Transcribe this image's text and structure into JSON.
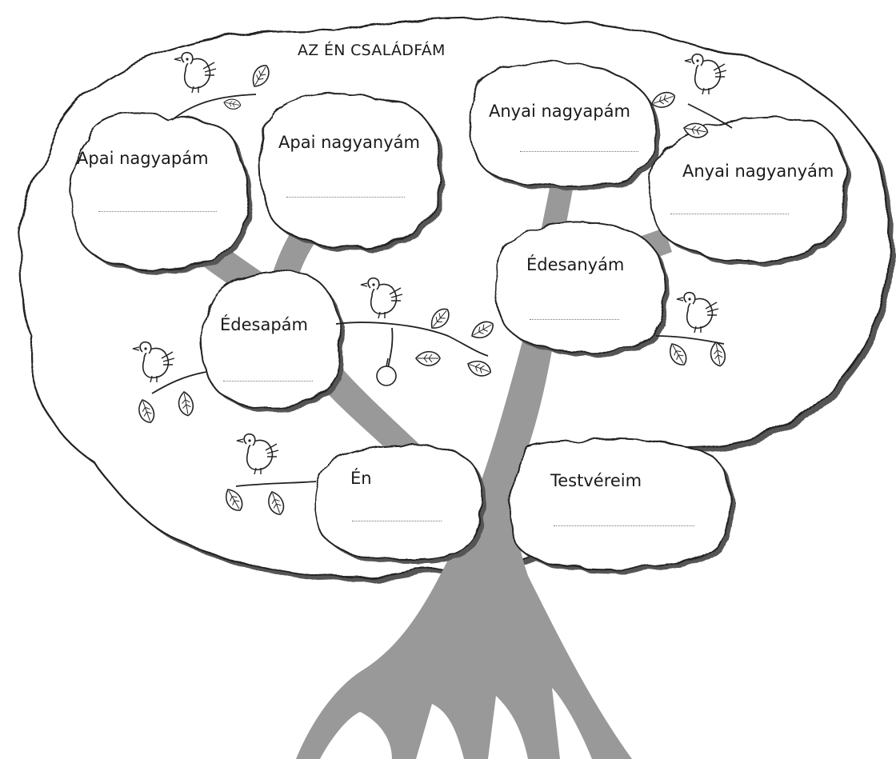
{
  "title": "AZ ÉN CSALÁDFÁM",
  "colors": {
    "trunk": "#999999",
    "cloud_fill": "#ffffff",
    "cloud_stroke": "#222222",
    "shadow": "#555555"
  },
  "boxes": {
    "apai_nagyapa": "Apai nagyapám",
    "apai_nagyanya": "Apai nagyanyám",
    "anyai_nagyapa": "Anyai nagyapám",
    "anyai_nagyanya": "Anyai nagyanyám",
    "edesapa": "Édesapám",
    "edesanya": "Édesanyám",
    "en": "Én",
    "testvereim": "Testvéreim"
  },
  "decorations": {
    "bird_icon": "bird",
    "leaf_icon": "leaf",
    "apple_icon": "apple"
  }
}
